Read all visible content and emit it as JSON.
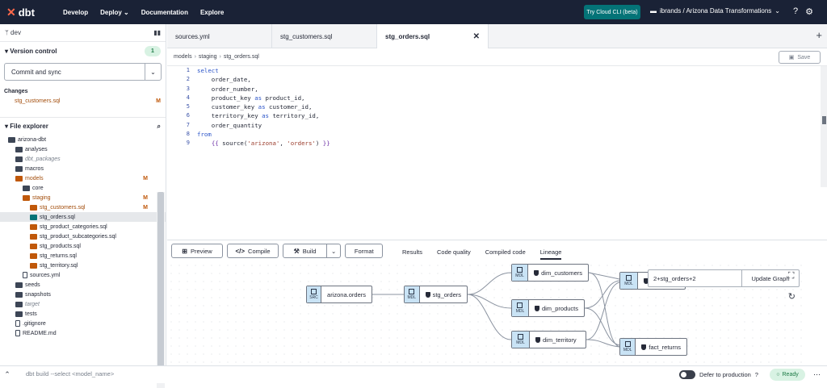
{
  "topbar": {
    "logo": "dbt",
    "nav": [
      "Develop",
      "Deploy",
      "Documentation",
      "Explore"
    ],
    "cloud_cli": "Try Cloud CLI (beta)",
    "project": "ibrands / Arizona Data Transformations",
    "help_icon": "question-icon",
    "settings_icon": "gear-icon"
  },
  "sidebar": {
    "branch": "dev",
    "version_control": {
      "title": "Version control",
      "count": "1"
    },
    "commit_label": "Commit and sync",
    "changes_title": "Changes",
    "changes": [
      {
        "name": "stg_customers.sql",
        "status": "M"
      }
    ],
    "file_explorer_title": "File explorer",
    "tree": [
      {
        "name": "arizona-dbt",
        "type": "folder",
        "depth": 1
      },
      {
        "name": "analyses",
        "type": "folder",
        "depth": 2
      },
      {
        "name": "dbt_packages",
        "type": "folder",
        "depth": 2,
        "muted": true
      },
      {
        "name": "macros",
        "type": "folder",
        "depth": 2
      },
      {
        "name": "models",
        "type": "folder",
        "depth": 2,
        "status": "M",
        "orange": true
      },
      {
        "name": "core",
        "type": "folder",
        "depth": 3
      },
      {
        "name": "staging",
        "type": "folder",
        "depth": 3,
        "status": "M",
        "orange": true
      },
      {
        "name": "stg_customers.sql",
        "type": "model",
        "depth": 4,
        "status": "M",
        "orange": true
      },
      {
        "name": "stg_orders.sql",
        "type": "model",
        "depth": 4,
        "selected": true
      },
      {
        "name": "stg_product_categories.sql",
        "type": "model",
        "depth": 4
      },
      {
        "name": "stg_product_subcategories.sql",
        "type": "model",
        "depth": 4
      },
      {
        "name": "stg_products.sql",
        "type": "model",
        "depth": 4
      },
      {
        "name": "stg_returns.sql",
        "type": "model",
        "depth": 4
      },
      {
        "name": "stg_territory.sql",
        "type": "model",
        "depth": 4
      },
      {
        "name": "sources.yml",
        "type": "file",
        "depth": 3
      },
      {
        "name": "seeds",
        "type": "folder",
        "depth": 2
      },
      {
        "name": "snapshots",
        "type": "folder",
        "depth": 2
      },
      {
        "name": "target",
        "type": "folder",
        "depth": 2,
        "muted": true
      },
      {
        "name": "tests",
        "type": "folder",
        "depth": 2
      },
      {
        "name": ".gitignore",
        "type": "file",
        "depth": 2
      },
      {
        "name": "README.md",
        "type": "file",
        "depth": 2
      }
    ]
  },
  "tabs": [
    {
      "label": "sources.yml",
      "active": false
    },
    {
      "label": "stg_customers.sql",
      "active": false
    },
    {
      "label": "stg_orders.sql",
      "active": true
    }
  ],
  "breadcrumb": [
    "models",
    "staging",
    "stg_orders.sql"
  ],
  "save_label": "Save",
  "editor": {
    "line_numbers": [
      "1",
      "2",
      "3",
      "4",
      "5",
      "6",
      "7",
      "8",
      "9"
    ]
  },
  "bottom": {
    "buttons": {
      "preview": "Preview",
      "compile": "Compile",
      "build": "Build",
      "format": "Format"
    },
    "result_tabs": [
      "Results",
      "Code quality",
      "Compiled code",
      "Lineage"
    ],
    "active_result_tab": "Lineage",
    "graph_selector": "2+stg_orders+2",
    "update_graph": "Update Graph",
    "nodes": {
      "src": {
        "tag": "SRC",
        "name": "arizona.orders"
      },
      "stg": {
        "tag": "MDL",
        "name": "stg_orders"
      },
      "dim_customers": {
        "tag": "MDL",
        "name": "dim_customers"
      },
      "dim_products": {
        "tag": "MDL",
        "name": "dim_products"
      },
      "dim_territory": {
        "tag": "MDL",
        "name": "dim_territory"
      },
      "hidden": {
        "tag": "MDL",
        "name": ""
      },
      "fact_returns": {
        "tag": "MDL",
        "name": "fact_returns"
      }
    }
  },
  "statusbar": {
    "command_placeholder": "dbt build --select <model_name>",
    "defer": "Defer to production",
    "ready": "Ready"
  }
}
